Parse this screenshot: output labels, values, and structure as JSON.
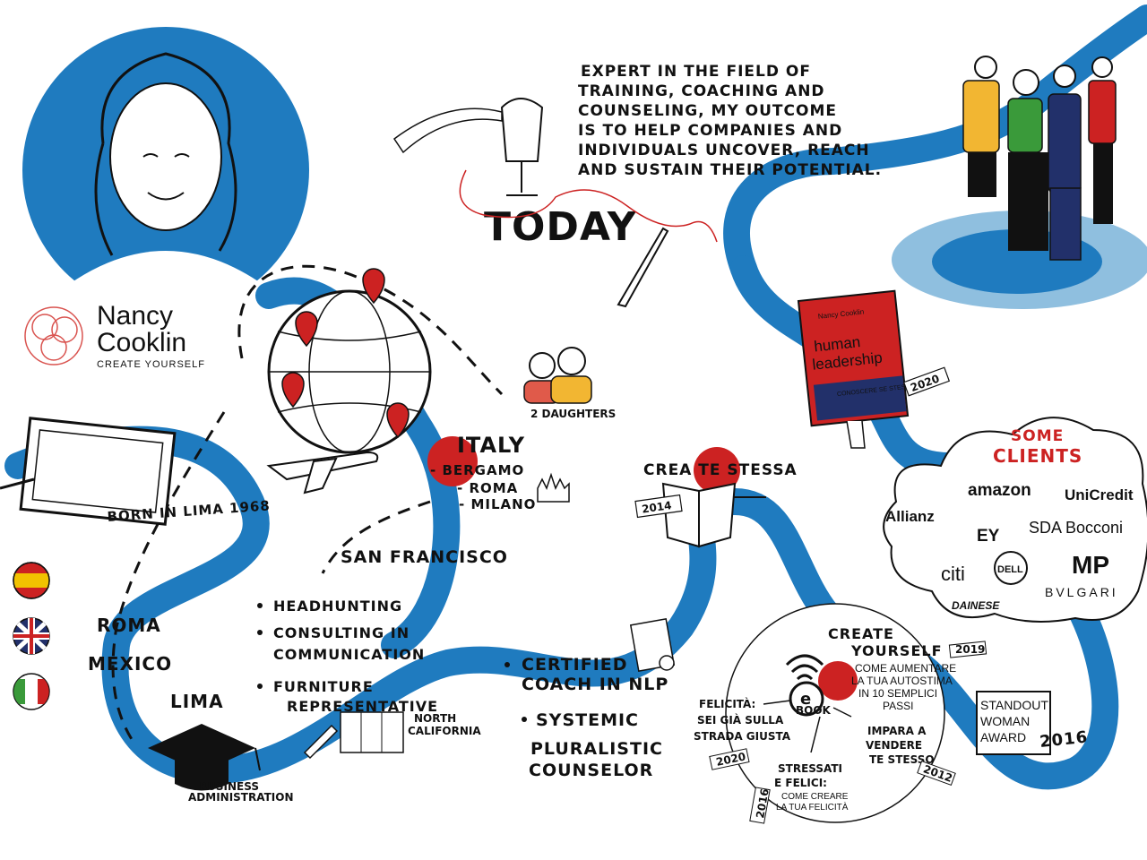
{
  "brand": {
    "name_line1": "Nancy",
    "name_line2": "Cooklin",
    "tagline": "CREATE YOURSELF",
    "color": "#d9534f"
  },
  "colors": {
    "path_blue": "#1f7bbf",
    "accent_red": "#cc2222",
    "ink": "#111111",
    "light_blue": "#8fbfdf",
    "yellow": "#f2b632",
    "green": "#3a9a3a",
    "navy": "#22306a"
  },
  "today": {
    "title": "TODAY",
    "description_lines": [
      "EXPERT IN THE FIELD OF",
      "TRAINING, COACHING AND",
      "COUNSELING, MY OUTCOME",
      "IS TO HELP COMPANIES AND",
      "INDIVIDUALS UNCOVER, REACH",
      "AND SUSTAIN THEIR POTENTIAL."
    ]
  },
  "book": {
    "author": "Nancy Cooklin",
    "title_line1": "human",
    "title_line2": "leadership",
    "subtitle": "CONOSCERE SE STESSI",
    "year": "2020"
  },
  "clients": {
    "heading_line1": "SOME",
    "heading_line2": "CLIENTS",
    "logos": [
      "amazon",
      "UniCredit",
      "Allianz",
      "EY",
      "SDA Bocconi",
      "citi",
      "DELL",
      "MP",
      "BVLGARI",
      "DAINESE"
    ]
  },
  "timeline": {
    "born": "BORN IN LIMA 1968",
    "daughters": "2 DAUGHTERS",
    "italy": "ITALY",
    "italy_cities": [
      "- BERGAMO",
      "- ROMA",
      "- MILANO"
    ],
    "san_francisco": "SAN FRANCISCO",
    "sf_items": [
      "HEADHUNTING",
      "CONSULTING IN",
      "COMMUNICATION",
      "FURNITURE",
      "REPRESENTATIVE"
    ],
    "north_california_line1": "NORTH",
    "north_california_line2": "CALIFORNIA",
    "roma": "ROMA",
    "mexico": "MEXICO",
    "lima": "LIMA",
    "business_line1": "BUSINESS",
    "business_line2": "ADMINISTRATION",
    "certified_line1": "CERTIFIED",
    "certified_line2": "COACH IN NLP",
    "systemic_line1": "SYSTEMIC",
    "systemic_line2": "PLURALISTIC",
    "systemic_line3": "COUNSELOR",
    "crea_te_stessa": "CREA TE STESSA",
    "crea_year": "2014"
  },
  "ebooks": {
    "title_line1": "CREATE",
    "title_line2": "YOURSELF",
    "year_create": "2019",
    "autostima_lines": [
      "COME AUMENTARE",
      "LA TUA AUTOSTIMA",
      "IN 10 SEMPLICI",
      "PASSI"
    ],
    "felicita_lines": [
      "FELICITÀ:",
      "SEI GIÀ SULLA",
      "STRADA GIUSTA"
    ],
    "year_felicita": "2020",
    "vendere_lines": [
      "IMPARA A",
      "VENDERE",
      "TE STESSO"
    ],
    "year_vendere": "2012",
    "stressati_lines": [
      "STRESSATI",
      "E FELICI:",
      "COME CREARE",
      "LA TUA FELICITÀ"
    ],
    "year_stressati": "2016",
    "ebook_label": "e",
    "ebook_sub": "BOOK"
  },
  "award": {
    "line1": "STANDOUT",
    "line2": "WOMAN",
    "line3": "AWARD",
    "year": "2016"
  },
  "flags": [
    "spain-flag",
    "uk-flag",
    "italy-flag"
  ]
}
